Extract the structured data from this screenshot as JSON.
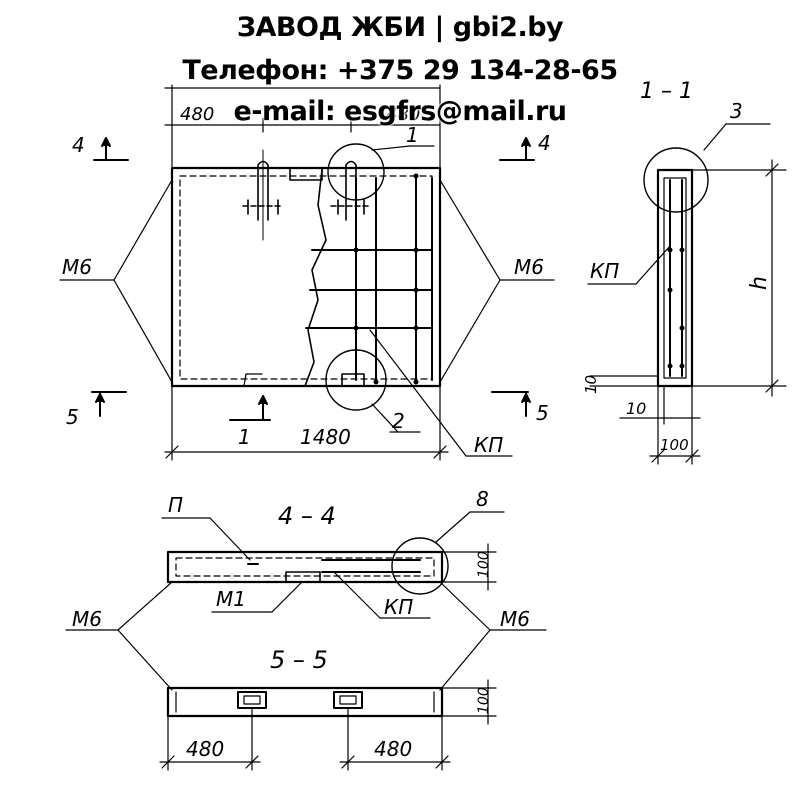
{
  "watermark": {
    "line1": "ЗАВОД ЖБИ | gbi2.by",
    "line2": "Телефон: +375 29 134-28-65",
    "line3": "e-mail: esgfrs@mail.ru"
  },
  "plan": {
    "dim_left": "480",
    "dim_right": "480",
    "dim_total": "1480",
    "section_mark_4": "4",
    "section_mark_5": "5",
    "section_mark_1": "1",
    "callout_1": "1",
    "callout_2": "2",
    "label_m6": "М6",
    "label_kp": "КП"
  },
  "section_1_1": {
    "title": "1 – 1",
    "callout_3": "3",
    "label_kp": "КП",
    "dim_h": "h",
    "dim_10a": "10",
    "dim_10b": "10",
    "dim_100": "100"
  },
  "section_4_4": {
    "title": "4 – 4",
    "label_p": "П",
    "label_m1": "М1",
    "label_kp": "КП",
    "callout_8": "8",
    "dim_100": "100",
    "label_m6": "М6"
  },
  "section_5_5": {
    "title": "5 – 5",
    "dim_left": "480",
    "dim_right": "480",
    "dim_100": "100"
  }
}
